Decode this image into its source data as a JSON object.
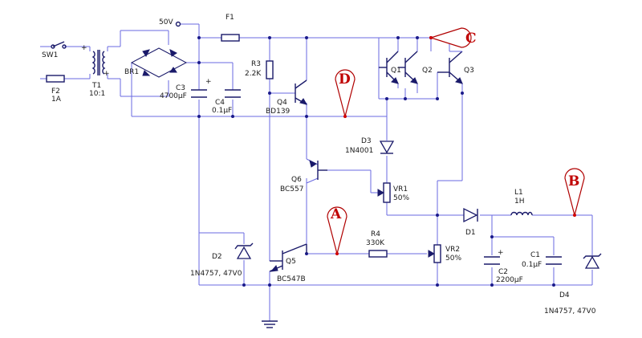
{
  "labels": {
    "sw1": "SW1",
    "f2": "F2",
    "f2_val": "1A",
    "t1": "T1",
    "t1_val": "10:1",
    "br1": "BR1",
    "v50": "50V",
    "f1": "F1",
    "c3": "C3",
    "c3_val": "4700µF",
    "c4": "C4",
    "c4_val": "0.1µF",
    "r3": "R3",
    "r3_val": "2.2K",
    "q4": "Q4",
    "q4_val": "BD139",
    "q1": "Q1",
    "q2": "Q2",
    "q3": "Q3",
    "d3": "D3",
    "d3_val": "1N4001",
    "q6": "Q6",
    "q6_val": "BC557",
    "vr1": "VR1",
    "vr1_val": "50%",
    "l1": "L1",
    "l1_val": "1H",
    "d1": "D1",
    "r4": "R4",
    "r4_val": "330K",
    "vr2": "VR2",
    "vr2_val": "50%",
    "c1": "C1",
    "c1_val": "0.1µF",
    "c2": "C2",
    "c2_val": "2200µF",
    "d2": "D2",
    "d2_val": "1N4757, 47V0",
    "q5": "Q5",
    "q5_val": "BC547B",
    "d4": "D4",
    "d4_val": "1N4757, 47V0",
    "plus": "+"
  },
  "markers": {
    "a": "A",
    "b": "B",
    "c": "C",
    "d": "D"
  }
}
